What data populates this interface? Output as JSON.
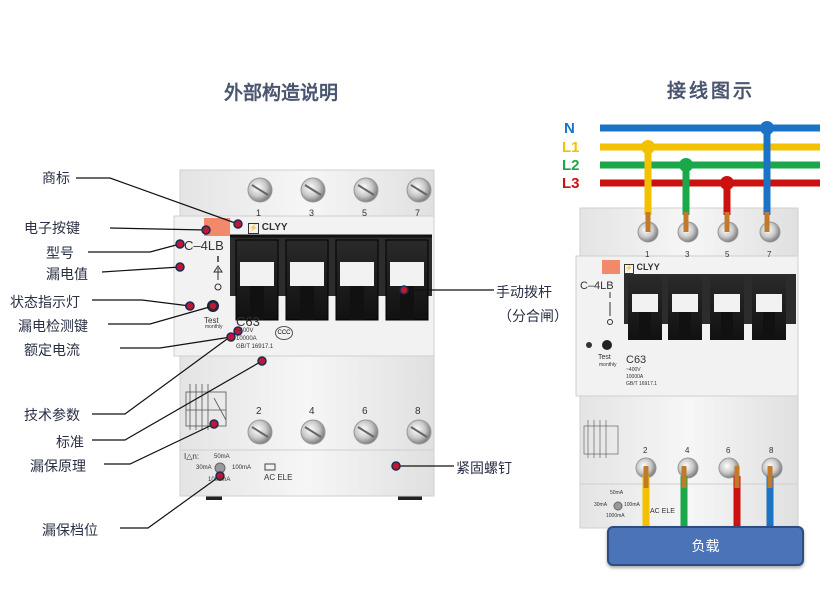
{
  "left": {
    "title": "外部构造说明",
    "labels": {
      "brand": "商标",
      "electronic_button": "电子按键",
      "model": "型号",
      "leakage_value": "漏电值",
      "status_light": "状态指示灯",
      "leakage_test_button": "漏电检测键",
      "rated_current": "额定电流",
      "tech_params": "技术参数",
      "standard": "标准",
      "leakage_principle": "漏保原理",
      "leakage_gear": "漏保档位",
      "manual_lever": "手动拨杆",
      "manual_lever_sub": "（分合闸）",
      "fastening_screw": "紧固螺钉"
    },
    "device": {
      "brand_text": "CLYY",
      "model_text": "C–4LB",
      "top_terminals": [
        "1",
        "3",
        "5",
        "7"
      ],
      "bottom_terminals": [
        "2",
        "4",
        "6",
        "8"
      ],
      "test_label": "Test",
      "test_sub": "monthly",
      "rating": "C63",
      "voltage": "~400V",
      "breaking": "10000A",
      "standard_text": "GB/T 16917.1",
      "idn": "I△n:",
      "gear_50": "50mA",
      "gear_30": "30mA",
      "gear_100": "100mA",
      "gear_1000": "1000mA",
      "ac_ele": "AC  ELE"
    }
  },
  "right": {
    "title": "接线图示",
    "wires": [
      {
        "name": "N",
        "color": "#1a73c4"
      },
      {
        "name": "L1",
        "color": "#f2c200"
      },
      {
        "name": "L2",
        "color": "#1aa84a"
      },
      {
        "name": "L3",
        "color": "#cc1111"
      }
    ],
    "device": {
      "brand_text": "CLYY",
      "model_text": "C–4LB",
      "top_terminals": [
        "1",
        "3",
        "5",
        "7"
      ],
      "bottom_terminals": [
        "2",
        "4",
        "6",
        "8"
      ],
      "test_label": "Test",
      "test_sub": "monthly",
      "rating": "C63",
      "voltage": "~400V",
      "breaking": "10000A",
      "standard_text": "GB/T 16917.1",
      "gear_50": "50mA",
      "gear_30": "30mA",
      "gear_100": "100mA",
      "gear_1000": "1000mA",
      "ac_ele": "AC  ELE"
    },
    "load_label": "负载"
  },
  "colors": {
    "title": "#4a5570",
    "marker": "#c0182c",
    "switch_orange": "#f2896a",
    "load_blue": "#4a73b8"
  }
}
